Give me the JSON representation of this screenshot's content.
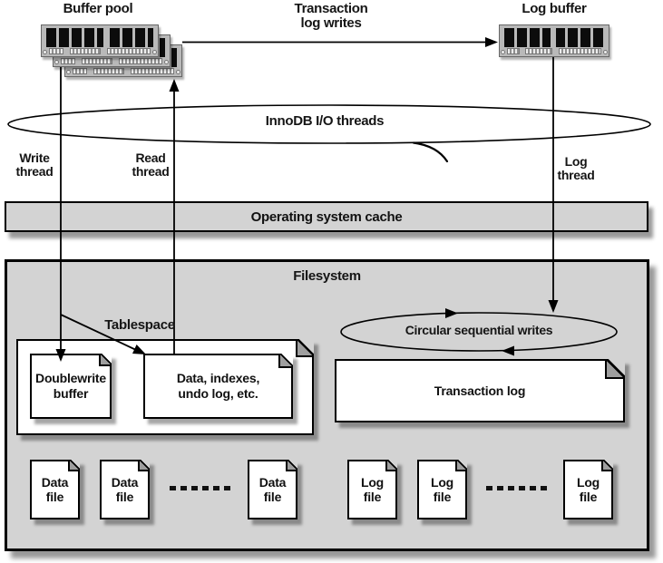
{
  "top": {
    "buffer_pool_label": "Buffer pool",
    "transaction_log_writes_line1": "Transaction",
    "transaction_log_writes_line2": "log writes",
    "log_buffer_label": "Log buffer"
  },
  "threads": {
    "io_ellipse_label": "InnoDB I/O threads",
    "write_line1": "Write",
    "write_line2": "thread",
    "read_line1": "Read",
    "read_line2": "thread",
    "log_line1": "Log",
    "log_line2": "thread"
  },
  "os_cache_label": "Operating system cache",
  "filesystem": {
    "label": "Filesystem",
    "tablespace_label": "Tablespace",
    "doublewrite_line1": "Doublewrite",
    "doublewrite_line2": "buffer",
    "data_indexes_line1": "Data, indexes,",
    "data_indexes_line2": "undo log, etc.",
    "circular_writes_label": "Circular sequential writes",
    "transaction_log_label": "Transaction log",
    "data_files": [
      {
        "line1": "Data",
        "line2": "file"
      },
      {
        "line1": "Data",
        "line2": "file"
      },
      {
        "line1": "Data",
        "line2": "file"
      }
    ],
    "log_files": [
      {
        "line1": "Log",
        "line2": "file"
      },
      {
        "line1": "Log",
        "line2": "file"
      },
      {
        "line1": "Log",
        "line2": "file"
      }
    ]
  },
  "colors": {
    "panel_gray": "#d3d3d3",
    "doc_white": "#ffffff",
    "line_black": "#000000",
    "ram_body": "#b9b9b9",
    "ram_chip": "#0c0c0c",
    "fold_gray": "#9e9e9e"
  }
}
